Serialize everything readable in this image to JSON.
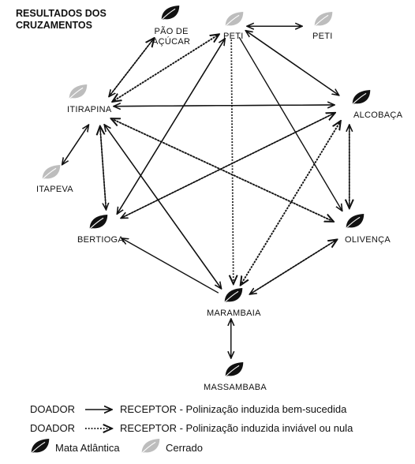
{
  "title": "RESULTADOS DOS CRUZAMENTOS",
  "nodes": {
    "pao_de_acucar": {
      "name": "PÃO DE\nAÇÚCAR",
      "biome": "Mata Atlântica"
    },
    "peti_1": {
      "name": "PETI",
      "biome": "Cerrado"
    },
    "peti_2": {
      "name": "PETI",
      "biome": "Cerrado"
    },
    "itirapina": {
      "name": "ITIRAPINA",
      "biome": "Cerrado"
    },
    "alcobaca": {
      "name": "ALCOBAÇA",
      "biome": "Mata Atlântica"
    },
    "itapeva": {
      "name": "ITAPEVA",
      "biome": "Cerrado"
    },
    "bertioga": {
      "name": "BERTIOGA",
      "biome": "Mata Atlântica"
    },
    "olivenca": {
      "name": "OLIVENÇA",
      "biome": "Mata Atlântica"
    },
    "marambaia": {
      "name": "MARAMBAIA",
      "biome": "Mata Atlântica"
    },
    "massambaba": {
      "name": "MASSAMBABA",
      "biome": "Mata Atlântica"
    }
  },
  "edges": [
    {
      "from": "peti_1",
      "to": "peti_2",
      "type": "solid"
    },
    {
      "from": "peti_2",
      "to": "peti_1",
      "type": "solid"
    },
    {
      "from": "pao_de_acucar",
      "to": "itirapina",
      "type": "solid"
    },
    {
      "from": "itirapina",
      "to": "pao_de_acucar",
      "type": "dotted"
    },
    {
      "from": "itirapina",
      "to": "peti_1",
      "type": "dotted"
    },
    {
      "from": "peti_1",
      "to": "itirapina",
      "type": "dotted"
    },
    {
      "from": "itirapina",
      "to": "itapeva",
      "type": "solid"
    },
    {
      "from": "itapeva",
      "to": "itirapina",
      "type": "solid"
    },
    {
      "from": "itirapina",
      "to": "alcobaca",
      "type": "solid"
    },
    {
      "from": "alcobaca",
      "to": "itirapina",
      "type": "solid"
    },
    {
      "from": "itirapina",
      "to": "bertioga",
      "type": "solid"
    },
    {
      "from": "bertioga",
      "to": "itirapina",
      "type": "dotted"
    },
    {
      "from": "itirapina",
      "to": "marambaia",
      "type": "solid"
    },
    {
      "from": "marambaia",
      "to": "itirapina",
      "type": "solid"
    },
    {
      "from": "itirapina",
      "to": "olivenca",
      "type": "dotted"
    },
    {
      "from": "olivenca",
      "to": "itirapina",
      "type": "dotted"
    },
    {
      "from": "peti_1",
      "to": "bertioga",
      "type": "solid"
    },
    {
      "from": "bertioga",
      "to": "peti_1",
      "type": "solid"
    },
    {
      "from": "peti_1",
      "to": "marambaia",
      "type": "dotted"
    },
    {
      "from": "peti_1",
      "to": "olivenca",
      "type": "solid"
    },
    {
      "from": "peti_1",
      "to": "alcobaca",
      "type": "solid"
    },
    {
      "from": "alcobaca",
      "to": "peti_1",
      "type": "solid"
    },
    {
      "from": "alcobaca",
      "to": "bertioga",
      "type": "solid"
    },
    {
      "from": "bertioga",
      "to": "alcobaca",
      "type": "dotted"
    },
    {
      "from": "alcobaca",
      "to": "olivenca",
      "type": "dotted"
    },
    {
      "from": "olivenca",
      "to": "alcobaca",
      "type": "solid"
    },
    {
      "from": "alcobaca",
      "to": "marambaia",
      "type": "dotted"
    },
    {
      "from": "marambaia",
      "to": "alcobaca",
      "type": "dotted"
    },
    {
      "from": "marambaia",
      "to": "bertioga",
      "type": "solid"
    },
    {
      "from": "olivenca",
      "to": "marambaia",
      "type": "solid"
    },
    {
      "from": "marambaia",
      "to": "olivenca",
      "type": "dotted"
    },
    {
      "from": "marambaia",
      "to": "massambaba",
      "type": "solid"
    },
    {
      "from": "massambaba",
      "to": "marambaia",
      "type": "solid"
    }
  ],
  "legend": {
    "solid": {
      "donor": "DOADOR",
      "text": "RECEPTOR - Polinização induzida bem-sucedida"
    },
    "dotted": {
      "donor": "DOADOR",
      "text": "RECEPTOR - Polinização induzida inviável ou nula"
    },
    "atlantic": "Mata Atlântica",
    "cerrado": "Cerrado"
  },
  "colors": {
    "atlantic": "#111111",
    "cerrado": "#bdbdbd",
    "line": "#111111"
  }
}
